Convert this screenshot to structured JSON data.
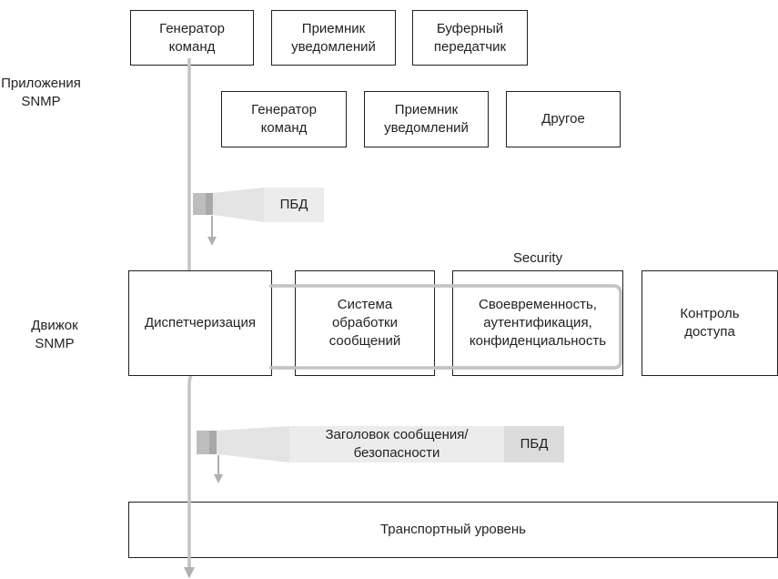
{
  "side_labels": {
    "apps": "Приложения\nSNMP",
    "engine": "Движок\nSNMP"
  },
  "apps_row1": [
    "Генератор\nкоманд",
    "Приемник\nуведомлений",
    "Буферный\nпередатчик"
  ],
  "apps_row2": [
    "Генератор\nкоманд",
    "Приемник\nуведомлений",
    "Другое"
  ],
  "pdu_label_1": "ПБД",
  "security_title": "Security",
  "engine_blocks": [
    "Диспетчеризация",
    "Система\nобработки\nсообщений",
    "Своевременность,\nаутентификация,\nконфиденциальность",
    "Контроль\nдоступа"
  ],
  "message_header": "Заголовок сообщения/\nбезопасности",
  "pdu_label_2": "ПБД",
  "transport": "Транспортный уровень",
  "colors": {
    "flow": "#c4c4c4",
    "stroke": "#231f20",
    "tag_light": "#ececec",
    "tag_mid": "#dcdcdc"
  }
}
